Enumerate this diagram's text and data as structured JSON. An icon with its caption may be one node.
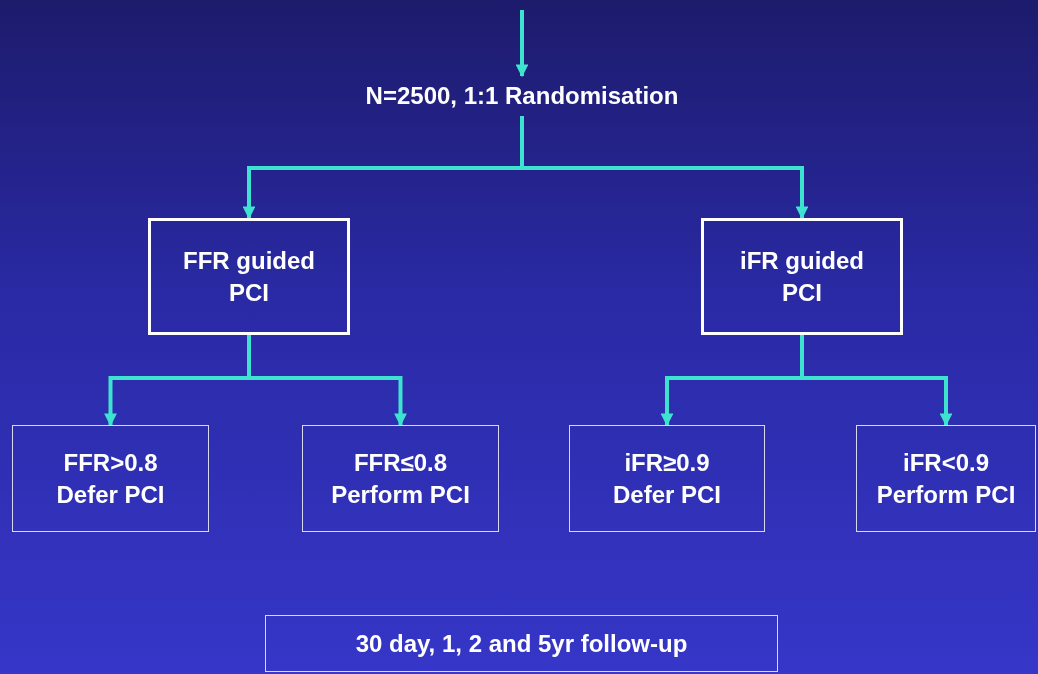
{
  "diagram": {
    "nodes": [
      {
        "text": [
          "N=2500, 1:1 Randomisation"
        ]
      },
      {
        "text": [
          "FFR guided PCI"
        ]
      },
      {
        "text": [
          "iFR guided PCI"
        ]
      },
      {
        "text": [
          "FFR>0.8 Defer PCI"
        ]
      },
      {
        "text": [
          "FFR≤0.8 Perform PCI"
        ]
      },
      {
        "text": [
          "iFR≥0.9 Defer PCI"
        ]
      },
      {
        "text": [
          "iFR<0.9 Perform PCI"
        ]
      },
      {
        "text": [
          "30 day, 1, 2 and 5yr follow-up"
        ]
      }
    ],
    "edges": [
      {
        "from": null,
        "to": 0,
        "arrow": "to"
      },
      {
        "from": 0,
        "to": 1,
        "arrow": "to"
      },
      {
        "from": 0,
        "to": 2,
        "arrow": "to"
      },
      {
        "from": 1,
        "to": 3,
        "arrow": "to"
      },
      {
        "from": 1,
        "to": 4,
        "arrow": "to"
      },
      {
        "from": 2,
        "to": 5,
        "arrow": "to"
      },
      {
        "from": 2,
        "to": 6,
        "arrow": "to"
      }
    ]
  }
}
